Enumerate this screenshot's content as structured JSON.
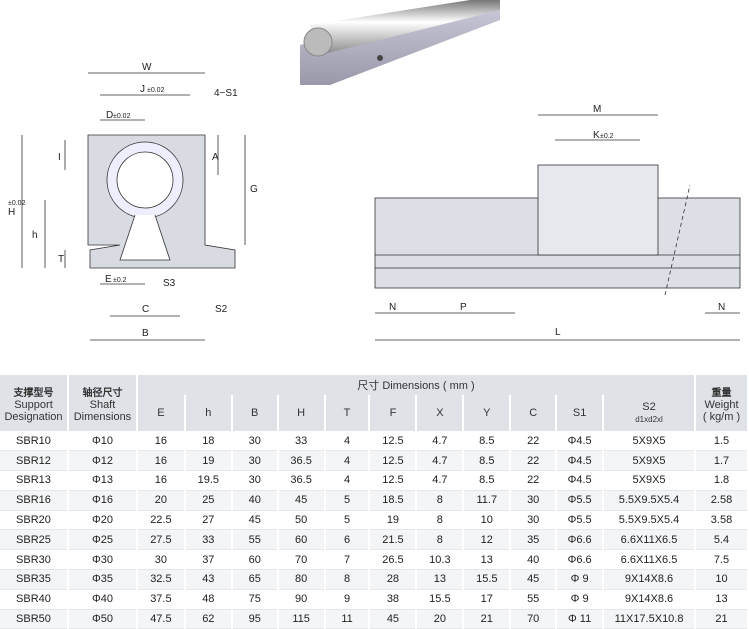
{
  "drawing": {
    "left_labels": {
      "W": "W",
      "J": "J",
      "J_tol": "±0.02",
      "D": "D",
      "D_tol": "±0.02",
      "four_s1": "4−S1",
      "I": "I",
      "A": "A",
      "G": "G",
      "H": "H",
      "H_tol": "±0.02",
      "h": "h",
      "T": "T",
      "E": "E",
      "E_tol": "±0.2",
      "S3": "S3",
      "S2": "S2",
      "C": "C",
      "B": "B"
    },
    "right_labels": {
      "M": "M",
      "K": "K",
      "K_tol": "±0.2",
      "N_left": "N",
      "P": "P",
      "N_right": "N",
      "L": "L"
    }
  },
  "table": {
    "col1": {
      "zh": "支撑型号",
      "en1": "Support",
      "en2": "Designation"
    },
    "col2": {
      "zh": "轴径尺寸",
      "en1": "Shaft",
      "en2": "Dimensions"
    },
    "dims_header": "尺寸 Dimensions ( mm )",
    "weight": {
      "zh": "重量",
      "en1": "Weight",
      "en2": "( kg/m )"
    },
    "sub_headers": [
      "E",
      "h",
      "B",
      "H",
      "T",
      "F",
      "X",
      "Y",
      "C",
      "S1"
    ],
    "s2": {
      "main": "S2",
      "sub": "d1xd2xl"
    },
    "rows": [
      [
        "SBR10",
        "Φ10",
        "16",
        "18",
        "30",
        "33",
        "4",
        "12.5",
        "4.7",
        "8.5",
        "22",
        "Φ4.5",
        "5X9X5",
        "1.5"
      ],
      [
        "SBR12",
        "Φ12",
        "16",
        "19",
        "30",
        "36.5",
        "4",
        "12.5",
        "4.7",
        "8.5",
        "22",
        "Φ4.5",
        "5X9X5",
        "1.7"
      ],
      [
        "SBR13",
        "Φ13",
        "16",
        "19.5",
        "30",
        "36.5",
        "4",
        "12.5",
        "4.7",
        "8.5",
        "22",
        "Φ4.5",
        "5X9X5",
        "1.8"
      ],
      [
        "SBR16",
        "Φ16",
        "20",
        "25",
        "40",
        "45",
        "5",
        "18.5",
        "8",
        "11.7",
        "30",
        "Φ5.5",
        "5.5X9.5X5.4",
        "2.58"
      ],
      [
        "SBR20",
        "Φ20",
        "22.5",
        "27",
        "45",
        "50",
        "5",
        "19",
        "8",
        "10",
        "30",
        "Φ5.5",
        "5.5X9.5X5.4",
        "3.58"
      ],
      [
        "SBR25",
        "Φ25",
        "27.5",
        "33",
        "55",
        "60",
        "6",
        "21.5",
        "8",
        "12",
        "35",
        "Φ6.6",
        "6.6X11X6.5",
        "5.4"
      ],
      [
        "SBR30",
        "Φ30",
        "30",
        "37",
        "60",
        "70",
        "7",
        "26.5",
        "10.3",
        "13",
        "40",
        "Φ6.6",
        "6.6X11X6.5",
        "7.5"
      ],
      [
        "SBR35",
        "Φ35",
        "32.5",
        "43",
        "65",
        "80",
        "8",
        "28",
        "13",
        "15.5",
        "45",
        "Φ 9",
        "9X14X8.6",
        "10"
      ],
      [
        "SBR40",
        "Φ40",
        "37.5",
        "48",
        "75",
        "90",
        "9",
        "38",
        "15.5",
        "17",
        "55",
        "Φ 9",
        "9X14X8.6",
        "13"
      ],
      [
        "SBR50",
        "Φ50",
        "47.5",
        "62",
        "95",
        "115",
        "11",
        "45",
        "20",
        "21",
        "70",
        "Φ 11",
        "11X17.5X10.8",
        "21"
      ]
    ]
  }
}
